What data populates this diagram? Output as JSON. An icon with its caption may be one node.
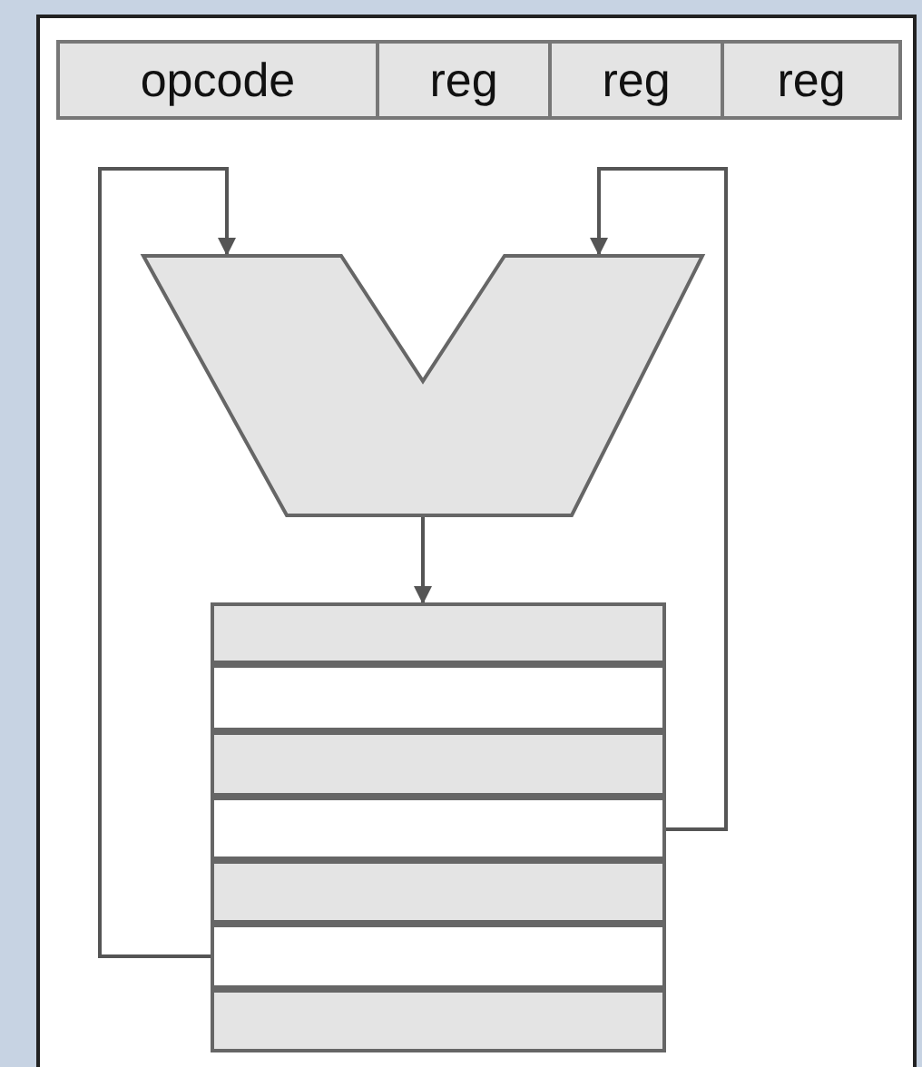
{
  "diagram": {
    "nodes": [
      {
        "text": [],
        "shape": "trapezoid"
      },
      {
        "text": [],
        "shape": "bar"
      },
      {
        "text": [],
        "shape": "bar"
      },
      {
        "text": [],
        "shape": "bar"
      },
      {
        "text": [],
        "shape": "bar"
      },
      {
        "text": [],
        "shape": "bar"
      },
      {
        "text": [],
        "shape": "bar"
      },
      {
        "text": [],
        "shape": "bar"
      }
    ],
    "edges": [
      {
        "from": 4,
        "to": 0,
        "arrow": "to"
      },
      {
        "from": 6,
        "to": 0,
        "arrow": "to"
      },
      {
        "from": 0,
        "to": 1,
        "arrow": "to"
      }
    ],
    "labels": [
      "opcode",
      "reg",
      "reg",
      "reg"
    ]
  }
}
